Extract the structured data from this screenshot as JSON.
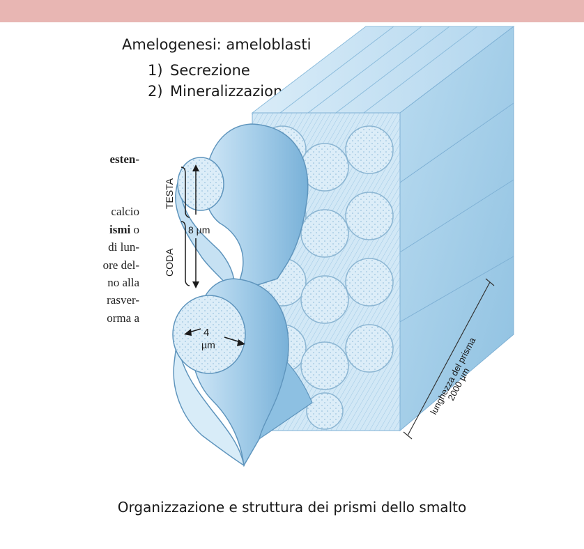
{
  "slide": {
    "title": "Amelogenesi: ameloblasti",
    "steps": [
      {
        "num": "1)",
        "text": "Secrezione"
      },
      {
        "num": "2)",
        "text": "Mineralizzazione"
      }
    ],
    "caption": "Organizzazione e struttura dei prismi dello smalto"
  },
  "book_excerpt": {
    "line_1": "esten-",
    "line_2": "calcio",
    "line_3_bold": "ismi",
    "line_3_rest": " o",
    "line_4": "di lun-",
    "line_5": "ore del-",
    "line_6": "no alla",
    "line_7": "rasver-",
    "line_8": "orma a"
  },
  "figure": {
    "label_head": "TESTA",
    "label_tail": "CODA",
    "label_height": "8 µm",
    "label_width_value": "4",
    "label_width_unit": "µm",
    "label_length_line1": "lunghezza del prisma",
    "label_length_line2": "2000 µm"
  },
  "colors": {
    "top_bar": "#e8b6b3",
    "prism_blue": "#a8d0ea",
    "prism_light": "#d7ebf7",
    "prism_dark": "#7fb6da"
  }
}
